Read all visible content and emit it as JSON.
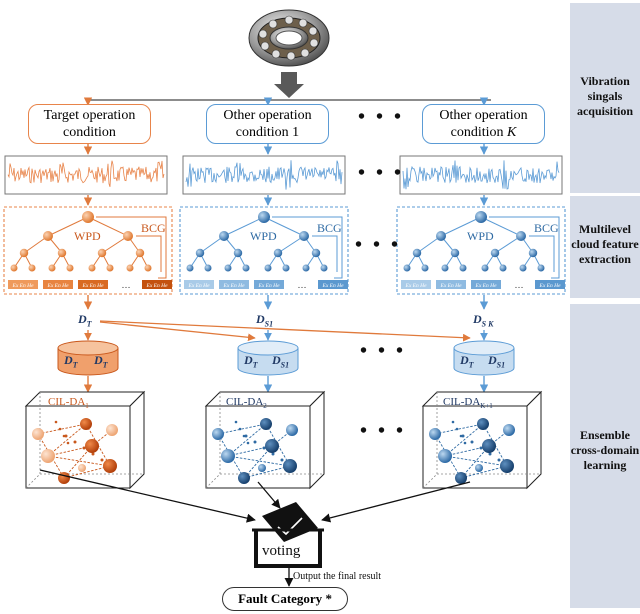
{
  "stages": [
    {
      "label": "Vibration singals acquisition"
    },
    {
      "label": "Multilevel cloud feature extraction"
    },
    {
      "label": "Ensemble cross-domain learning"
    }
  ],
  "conditions": {
    "target": {
      "label_line1": "Target operation",
      "label_line2": "condition"
    },
    "other1": {
      "label_line1": "Other operation",
      "label_line2": "condition 1"
    },
    "otherK": {
      "label_line1": "Other operation",
      "label_line2": "condition ",
      "label_k": "K"
    }
  },
  "ellipsis": "• • •",
  "blocks": {
    "wpd": "WPD",
    "bcg": "BCG",
    "feature_leaf": "Ex En He",
    "leaf_ellipsis": "…",
    "targetFeat": "D",
    "targetFeatSub": "T",
    "otherFeat": "D",
    "otherFeatSub1": "S1",
    "otherFeatSubK": "S K",
    "cyl1_left": "D",
    "cyl1_left_sub": "T",
    "cyl1_right": "D",
    "cyl1_right_sub": "T",
    "cyl2_left": "D",
    "cyl2_left_sub": "T",
    "cyl2_right": "D",
    "cyl2_right_sub": "S1",
    "cyl3_left": "D",
    "cyl3_left_sub": "T",
    "cyl3_right": "D",
    "cyl3_right_sub": "S1",
    "cil1": "CIL-DA",
    "cil1_sub": "1",
    "cil2": "CIL-DA",
    "cil2_sub": "2",
    "cil3": "CIL-DA",
    "cil3_sub": "K+1"
  },
  "voting": "voting",
  "output_text": "Output the final result",
  "fault": "Fault Category",
  "fault_mark": "*",
  "colors": {
    "orange": "#e8844a",
    "orange_dark": "#c9581c",
    "orange_light": "#f6b98d",
    "blue": "#5b9bd5",
    "blue_dark": "#2e6aa3",
    "blue_light": "#a9cbe8",
    "side_panel": "#d4dae6"
  },
  "icons": [
    "bearing-icon",
    "ballot-box-icon"
  ]
}
